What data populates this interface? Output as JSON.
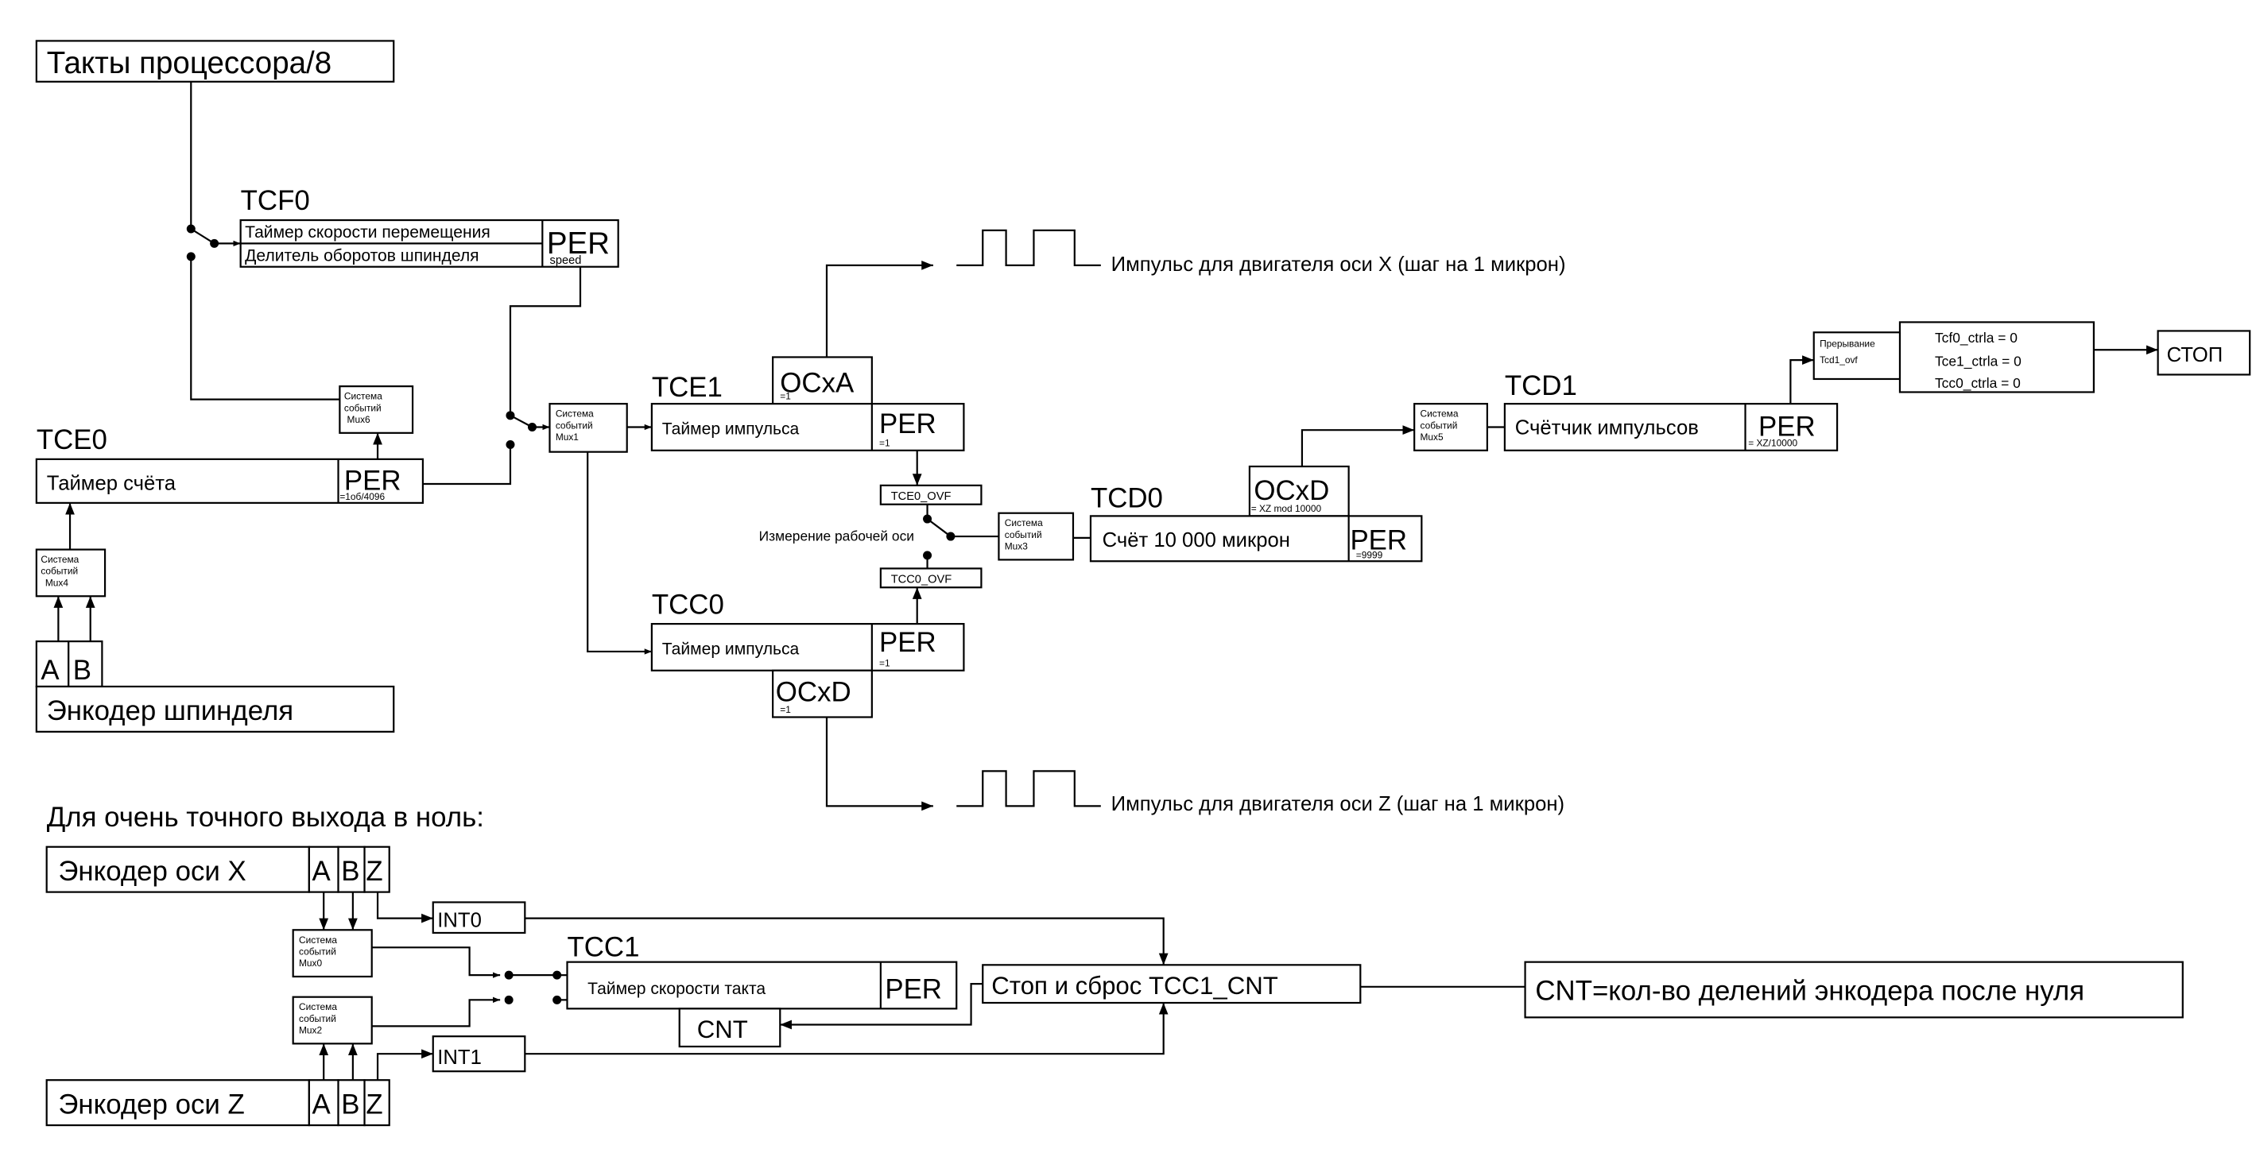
{
  "diagram": {
    "clock_source": "Такты процессора/8",
    "tcf0": {
      "name": "TCF0",
      "row1": "Таймер скорости перемещения",
      "row2": "Делитель оборотов шпинделя",
      "per": "PER",
      "per_value": "speed"
    },
    "mux6": [
      "Система",
      "событий",
      "Mux6"
    ],
    "tce0": {
      "name": "TCE0",
      "label": "Таймер счёта",
      "per": "PER",
      "per_value": "=1об/4096"
    },
    "mux4": [
      "Система",
      "событий",
      "Mux4"
    ],
    "spindle_encoder": {
      "label": "Энкодер шпинделя",
      "channel_a": "A",
      "channel_b": "B"
    },
    "mux1": [
      "Система",
      "событий",
      "Mux1"
    ],
    "tce1": {
      "name": "TCE1",
      "label": "Таймер импульса",
      "per": "PER",
      "per_value": "=1",
      "oc": "OCxA",
      "oc_value": "=1"
    },
    "pulse_x_label": "Импульс для двигателя оси X (шаг на 1 микрон)",
    "tce0_ovf": "TCE0_OVF",
    "tcc0_ovf": "TCC0_OVF",
    "axis_measure_label": "Измерение рабочей оси",
    "mux3": [
      "Система",
      "событий",
      "Mux3"
    ],
    "tcd0": {
      "name": "TCD0",
      "label": "Счёт 10 000 микрон",
      "per": "PER",
      "per_value": "=9999",
      "oc": "OCxD",
      "oc_value": "= XZ mod 10000"
    },
    "mux5": [
      "Система",
      "событий",
      "Mux5"
    ],
    "tcd1": {
      "name": "TCD1",
      "label": "Счётчик импульсов",
      "per": "PER",
      "per_value": "= XZ/10000"
    },
    "interrupt": {
      "line1": "Прерывание",
      "line2": "Tcd1_ovf"
    },
    "actions": [
      "Tcf0_ctrla = 0",
      "Tce1_ctrla = 0",
      "Tcc0_ctrla = 0"
    ],
    "stop": "СТОП",
    "tcc0": {
      "name": "TCC0",
      "label": "Таймер импульса",
      "per": "PER",
      "per_value": "=1",
      "oc": "OCxD",
      "oc_value": "=1"
    },
    "pulse_z_label": "Импульс для двигателя оси Z (шаг на 1 микрон)"
  },
  "zero_section": {
    "heading": "Для очень точного выхода в ноль:",
    "encoder_x": {
      "label": "Энкодер оси X",
      "a": "A",
      "b": "B",
      "z": "Z"
    },
    "encoder_z": {
      "label": "Энкодер оси Z",
      "a": "A",
      "b": "B",
      "z": "Z"
    },
    "mux0": [
      "Система",
      "событий",
      "Mux0"
    ],
    "mux2": [
      "Система",
      "событий",
      "Mux2"
    ],
    "int0": "INT0",
    "int1": "INT1",
    "tcc1": {
      "name": "TCC1",
      "label": "Таймер скорости такта",
      "per": "PER",
      "cnt": "CNT"
    },
    "stop_reset": "Стоп и сброс TCC1_CNT",
    "result": "CNT=кол-во делений энкодера после нуля"
  }
}
